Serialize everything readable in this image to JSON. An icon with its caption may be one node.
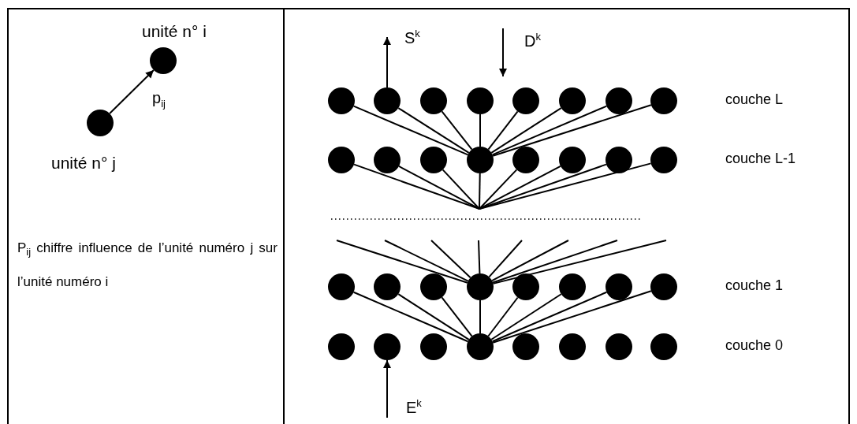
{
  "diagram": {
    "nodes": [
      {
        "text": [],
        "shape": "circle",
        "beside": [
          "unité n° i"
        ]
      },
      {
        "text": [],
        "shape": "circle",
        "beside": [
          "unité n° j"
        ]
      },
      {
        "text": [],
        "shape": "circle"
      },
      {
        "text": [],
        "shape": "circle"
      },
      {
        "text": [],
        "shape": "circle"
      },
      {
        "text": [],
        "shape": "circle"
      },
      {
        "text": [],
        "shape": "circle"
      },
      {
        "text": [],
        "shape": "circle"
      },
      {
        "text": [],
        "shape": "circle"
      },
      {
        "text": [],
        "shape": "circle"
      },
      {
        "text": [],
        "shape": "circle"
      },
      {
        "text": [],
        "shape": "circle"
      },
      {
        "text": [],
        "shape": "circle"
      },
      {
        "text": [],
        "shape": "circle"
      },
      {
        "text": [],
        "shape": "circle"
      },
      {
        "text": [],
        "shape": "circle"
      },
      {
        "text": [],
        "shape": "circle"
      },
      {
        "text": [],
        "shape": "circle"
      },
      {
        "text": [],
        "shape": "circle"
      },
      {
        "text": [],
        "shape": "circle"
      },
      {
        "text": [],
        "shape": "circle"
      },
      {
        "text": [],
        "shape": "circle"
      },
      {
        "text": [],
        "shape": "circle"
      },
      {
        "text": [],
        "shape": "circle"
      },
      {
        "text": [],
        "shape": "circle"
      },
      {
        "text": [],
        "shape": "circle"
      },
      {
        "text": [],
        "shape": "circle"
      },
      {
        "text": [],
        "shape": "circle"
      },
      {
        "text": [],
        "shape": "circle"
      },
      {
        "text": [],
        "shape": "circle"
      },
      {
        "text": [],
        "shape": "circle"
      },
      {
        "text": [],
        "shape": "circle"
      },
      {
        "text": [],
        "shape": "circle"
      },
      {
        "text": [],
        "shape": "circle"
      }
    ],
    "edges": [
      {
        "from": 1,
        "to": 0,
        "arrow": "to",
        "label": "p$_{ij}$"
      },
      {
        "from": 3,
        "to": null,
        "arrow": "to",
        "label": "S$^{k}$"
      },
      {
        "from": 2,
        "to": 13,
        "arrow": "none"
      },
      {
        "from": 3,
        "to": 13,
        "arrow": "none"
      },
      {
        "from": 4,
        "to": 13,
        "arrow": "none"
      },
      {
        "from": 5,
        "to": 13,
        "arrow": "none"
      },
      {
        "from": 6,
        "to": 13,
        "arrow": "none"
      },
      {
        "from": 7,
        "to": 13,
        "arrow": "none"
      },
      {
        "from": 8,
        "to": 13,
        "arrow": "none"
      },
      {
        "from": 9,
        "to": 13,
        "arrow": "none"
      },
      {
        "from": 10,
        "to": null,
        "arrow": "none"
      },
      {
        "from": 11,
        "to": null,
        "arrow": "none"
      },
      {
        "from": 12,
        "to": null,
        "arrow": "none"
      },
      {
        "from": 13,
        "to": null,
        "arrow": "none"
      },
      {
        "from": 14,
        "to": null,
        "arrow": "none"
      },
      {
        "from": 15,
        "to": null,
        "arrow": "none"
      },
      {
        "from": 16,
        "to": null,
        "arrow": "none"
      },
      {
        "from": 17,
        "to": null,
        "arrow": "none"
      },
      {
        "from": null,
        "to": 21,
        "arrow": "none"
      },
      {
        "from": null,
        "to": 21,
        "arrow": "none"
      },
      {
        "from": null,
        "to": 21,
        "arrow": "none"
      },
      {
        "from": null,
        "to": 21,
        "arrow": "none"
      },
      {
        "from": null,
        "to": 21,
        "arrow": "none"
      },
      {
        "from": null,
        "to": 21,
        "arrow": "none"
      },
      {
        "from": null,
        "to": 21,
        "arrow": "none"
      },
      {
        "from": null,
        "to": 21,
        "arrow": "none"
      },
      {
        "from": 18,
        "to": 29,
        "arrow": "none"
      },
      {
        "from": 19,
        "to": 29,
        "arrow": "none"
      },
      {
        "from": 20,
        "to": 29,
        "arrow": "none"
      },
      {
        "from": 21,
        "to": 29,
        "arrow": "none"
      },
      {
        "from": 22,
        "to": 29,
        "arrow": "none"
      },
      {
        "from": 23,
        "to": 29,
        "arrow": "none"
      },
      {
        "from": 24,
        "to": 29,
        "arrow": "none"
      },
      {
        "from": 25,
        "to": 29,
        "arrow": "none"
      },
      {
        "from": null,
        "to": 27,
        "arrow": "to",
        "label": "E$^{k}$"
      }
    ],
    "labels": [
      "P$_{ij}$ chiffre influence de l’unité numéro j sur l’unité numéro i",
      "D$^{k}$",
      "couche L",
      "couche L-1",
      "couche 1",
      "couche 0"
    ]
  }
}
